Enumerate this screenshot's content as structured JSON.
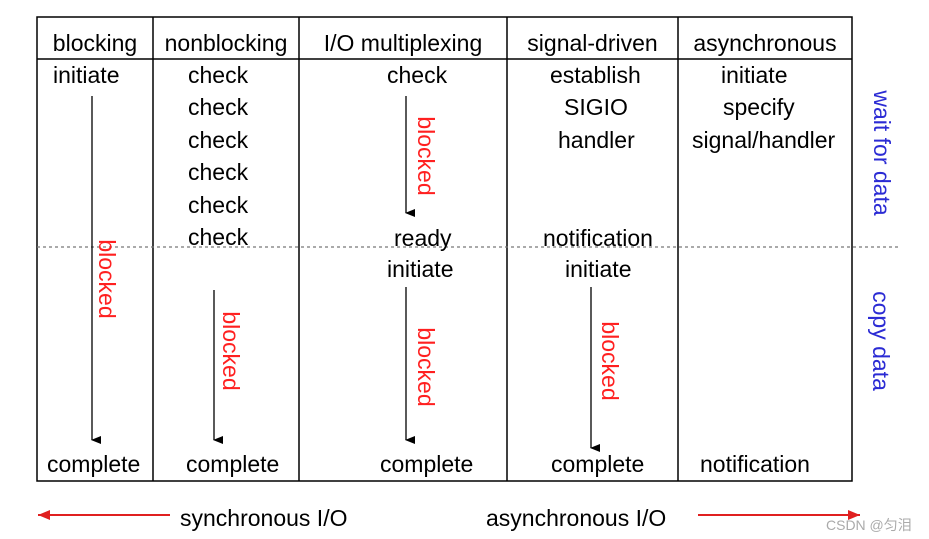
{
  "headers": [
    "blocking",
    "nonblocking",
    "I/O multiplexing",
    "signal-driven",
    "asynchronous"
  ],
  "blocking": {
    "initiate": "initiate",
    "blocked": "blocked",
    "complete": "complete"
  },
  "nonblocking": {
    "checks": [
      "check",
      "check",
      "check",
      "check",
      "check",
      "check"
    ],
    "blocked": "blocked",
    "complete": "complete"
  },
  "multiplexing": {
    "check": "check",
    "blocked_top": "blocked",
    "ready": "ready",
    "initiate": "initiate",
    "blocked_bottom": "blocked",
    "complete": "complete"
  },
  "signal_driven": {
    "establish_lines": [
      "establish",
      "SIGIO",
      "handler"
    ],
    "notification": "notification",
    "initiate": "initiate",
    "blocked": "blocked",
    "complete": "complete"
  },
  "asynchronous": {
    "lines": [
      "initiate",
      "specify",
      "signal/handler"
    ],
    "notification": "notification"
  },
  "side_labels": {
    "wait": "wait for data",
    "copy": "copy data"
  },
  "bottom": {
    "sync": "synchronous I/O",
    "async": "asynchronous I/O"
  },
  "watermark": "CSDN @匀泪",
  "colors": {
    "blocked": "#ff2020",
    "side": "#2b2bd4",
    "arrow_red": "#e02020"
  }
}
